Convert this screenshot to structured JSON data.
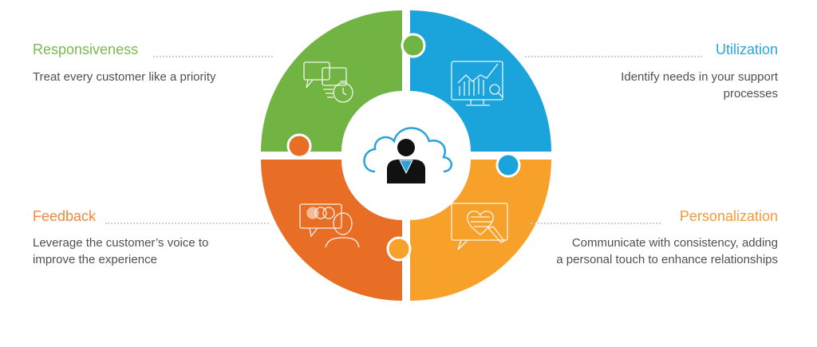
{
  "colors": {
    "green": "#72b443",
    "blue": "#1ba3dc",
    "orange_dark": "#e86e25",
    "orange_light": "#f7a12b"
  },
  "items": [
    {
      "title": "Responsiveness",
      "desc": [
        "Treat every customer like a priority"
      ],
      "icon": "chat-stopwatch-icon"
    },
    {
      "title": "Utilization",
      "desc": [
        "Identify needs in your support",
        "processes"
      ],
      "icon": "monitor-chart-magnifier-icon"
    },
    {
      "title": "Feedback",
      "desc": [
        "Leverage the customer’s voice to",
        "improve the experience"
      ],
      "icon": "rating-feedback-icon"
    },
    {
      "title": "Personalization",
      "desc": [
        "Communicate with consistency, adding",
        "a personal touch to enhance relationships"
      ],
      "icon": "heart-message-pencil-icon"
    }
  ],
  "center_icon": "cloud-user-icon"
}
